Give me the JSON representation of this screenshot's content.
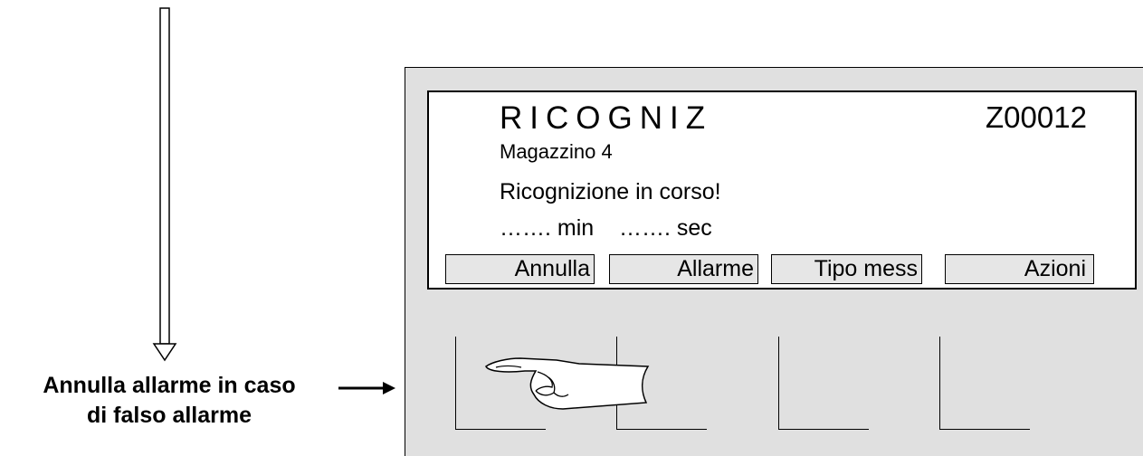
{
  "display": {
    "mode_title": "RICOGNIZ",
    "zone_code": "Z00012",
    "location": "Magazzino 4",
    "status_message": "Ricognizione in corso!",
    "timer_text": "……. min    ……. sec"
  },
  "softkeys": [
    {
      "label": "Annulla"
    },
    {
      "label": "Allarme"
    },
    {
      "label": "Tipo mess"
    },
    {
      "label": "Azioni"
    }
  ],
  "annotation": {
    "line1": "Annulla allarme in caso",
    "line2": "di falso allarme"
  },
  "colors": {
    "panel": "#e0e0e0",
    "screen": "#ffffff",
    "softkey": "#e6e6e6",
    "ink": "#000000"
  },
  "icons": {
    "pointer": "pointing-hand-icon",
    "down_arrow": "down-arrow-icon",
    "right_arrow": "right-arrow-icon"
  }
}
